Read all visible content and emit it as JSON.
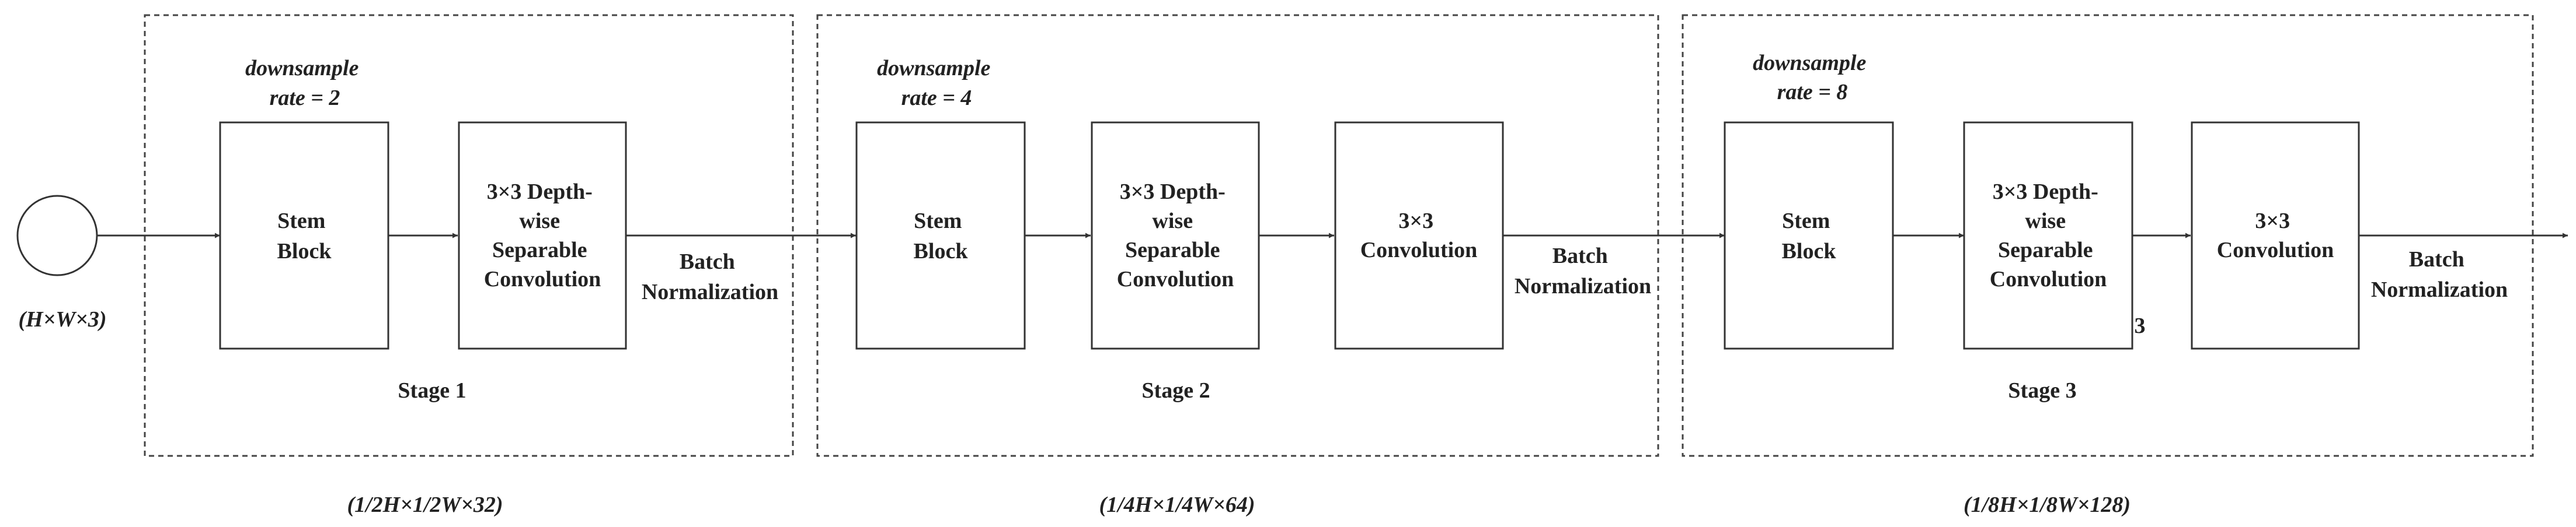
{
  "input": {
    "label": "(H×W×3)"
  },
  "stages": [
    {
      "title": "Stage 1",
      "downsample": [
        "downsample",
        "rate = 2"
      ],
      "blocks": [
        [
          "Stem",
          "Block"
        ],
        [
          "3×3 Depth-",
          "wise",
          "Separable",
          "Convolution"
        ]
      ],
      "batch_norm": [
        "Batch",
        "Normalization"
      ],
      "output_shape": "(1/2H×1/2W×32)"
    },
    {
      "title": "Stage 2",
      "downsample": [
        "downsample",
        "rate = 4"
      ],
      "blocks": [
        [
          "Stem",
          "Block"
        ],
        [
          "3×3 Depth-",
          "wise",
          "Separable",
          "Convolution"
        ],
        [
          "3×3",
          "Convolution"
        ]
      ],
      "batch_norm": [
        "Batch",
        "Normalization"
      ],
      "output_shape": "(1/4H×1/4W×64)"
    },
    {
      "title": "Stage 3",
      "downsample": [
        "downsample",
        "rate = 8"
      ],
      "blocks": [
        [
          "Stem",
          "Block"
        ],
        [
          "3×3 Depth-",
          "wise",
          "Separable",
          "Convolution"
        ],
        [
          "3×3",
          "Convolution"
        ]
      ],
      "batch_norm": [
        "Batch",
        "Normalization"
      ],
      "output_shape": "(1/8H×1/8W×128)",
      "stray_mark": "3"
    }
  ]
}
